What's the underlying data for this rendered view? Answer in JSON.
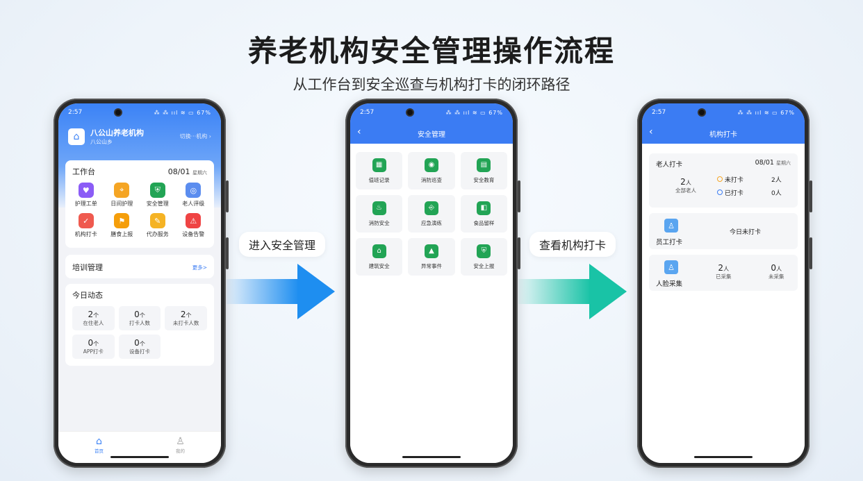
{
  "title": "养老机构安全管理操作流程",
  "subtitle": "从工作台到安全巡查与机构打卡的闭环路径",
  "status": {
    "time": "2:57",
    "icons": "⁂ ⁂ ııl ≋ ▭ 67%"
  },
  "steps": [
    {
      "label": "进入安全管理"
    },
    {
      "label": "查看机构打卡"
    }
  ],
  "colors": {
    "primary": "#3b7cf3",
    "green": "#22a455",
    "arrow1": "#1e8ef0",
    "arrow2": "#19c3a6"
  },
  "phone1": {
    "org_name": "八公山养老机构",
    "org_sub": "八公山乡",
    "switch": "切换···机构 ›",
    "workbench": {
      "title": "工作台",
      "date": "08/01",
      "weekday": "星期六",
      "items": [
        {
          "label": "护理工单",
          "icon": "heart-icon",
          "color": "#8b5cf6",
          "glyph": "♥"
        },
        {
          "label": "日间护理",
          "icon": "location-icon",
          "color": "#f5a524",
          "glyph": "⌖"
        },
        {
          "label": "安全管理",
          "icon": "shield-icon",
          "color": "#22a455",
          "glyph": "⛨"
        },
        {
          "label": "老人评级",
          "icon": "badge-icon",
          "color": "#5b8def",
          "glyph": "◎"
        },
        {
          "label": "机构打卡",
          "icon": "user-check-icon",
          "color": "#ef5a4f",
          "glyph": "✓"
        },
        {
          "label": "膳食上报",
          "icon": "flag-icon",
          "color": "#f59e0b",
          "glyph": "⚑"
        },
        {
          "label": "代办服务",
          "icon": "service-icon",
          "color": "#f5b324",
          "glyph": "✎"
        },
        {
          "label": "设备告警",
          "icon": "alarm-icon",
          "color": "#ef4444",
          "glyph": "⚠"
        }
      ]
    },
    "training": {
      "title": "培训管理",
      "more": "更多>"
    },
    "today": {
      "title": "今日动态",
      "stats": [
        {
          "num": "2",
          "unit": "个",
          "label": "在住老人"
        },
        {
          "num": "0",
          "unit": "个",
          "label": "打卡人数"
        },
        {
          "num": "2",
          "unit": "个",
          "label": "未打卡人数"
        },
        {
          "num": "0",
          "unit": "个",
          "label": "APP打卡"
        },
        {
          "num": "0",
          "unit": "个",
          "label": "设备打卡"
        }
      ]
    },
    "tabs": [
      {
        "label": "首页",
        "icon": "home-icon",
        "glyph": "⌂"
      },
      {
        "label": "我的",
        "icon": "person-icon",
        "glyph": "♙"
      }
    ]
  },
  "phone2": {
    "title": "安全管理",
    "back": "‹",
    "items": [
      {
        "label": "值班记录",
        "icon": "calendar-icon",
        "glyph": "▦"
      },
      {
        "label": "消防巡查",
        "icon": "fire-check-icon",
        "glyph": "◉"
      },
      {
        "label": "安全教育",
        "icon": "book-icon",
        "glyph": "▤"
      },
      {
        "label": "消防安全",
        "icon": "extinguisher-icon",
        "glyph": "♨"
      },
      {
        "label": "应急演练",
        "icon": "exit-icon",
        "glyph": "⎆"
      },
      {
        "label": "食品留样",
        "icon": "food-icon",
        "glyph": "◧"
      },
      {
        "label": "建筑安全",
        "icon": "building-icon",
        "glyph": "⌂"
      },
      {
        "label": "异常事件",
        "icon": "warning-icon",
        "glyph": "▲"
      },
      {
        "label": "安全上报",
        "icon": "shield-report-icon",
        "glyph": "⛨"
      }
    ]
  },
  "phone3": {
    "title": "机构打卡",
    "back": "‹",
    "elder": {
      "title": "老人打卡",
      "date": "08/01",
      "weekday": "星期六",
      "total_num": "2",
      "total_unit": "人",
      "total_label": "全部老人",
      "not_checked_label": "未打卡",
      "not_checked_val": "2人",
      "checked_label": "已打卡",
      "checked_val": "0人"
    },
    "staff": {
      "title": "员工打卡",
      "status": "今日未打卡"
    },
    "face": {
      "title": "人脸采集",
      "collected_num": "2",
      "collected_unit": "人",
      "collected_label": "已采集",
      "pending_num": "0",
      "pending_unit": "人",
      "pending_label": "未采集"
    }
  }
}
